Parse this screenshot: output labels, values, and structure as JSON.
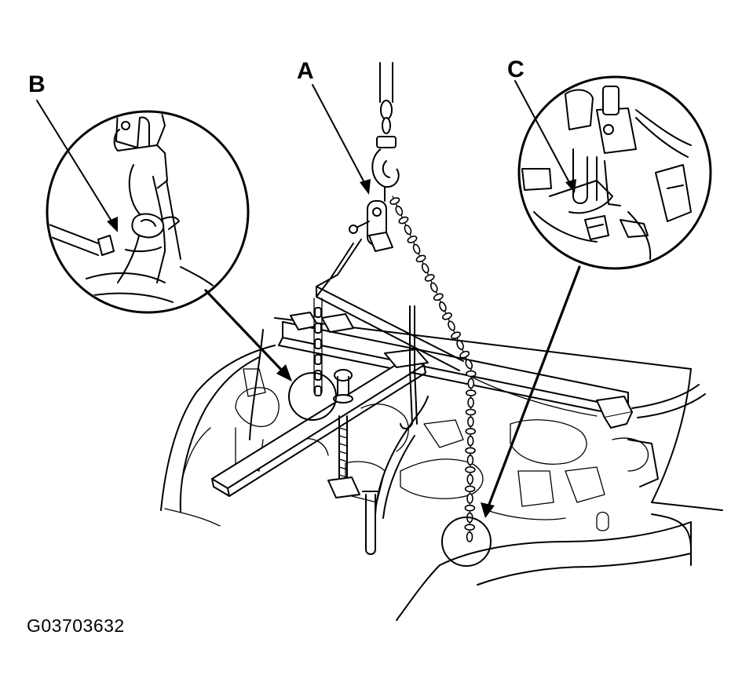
{
  "labels": {
    "a": "A",
    "b": "B",
    "c": "C"
  },
  "figure_id": "G03703632",
  "colors": {
    "line": "#000000",
    "background": "#ffffff"
  }
}
